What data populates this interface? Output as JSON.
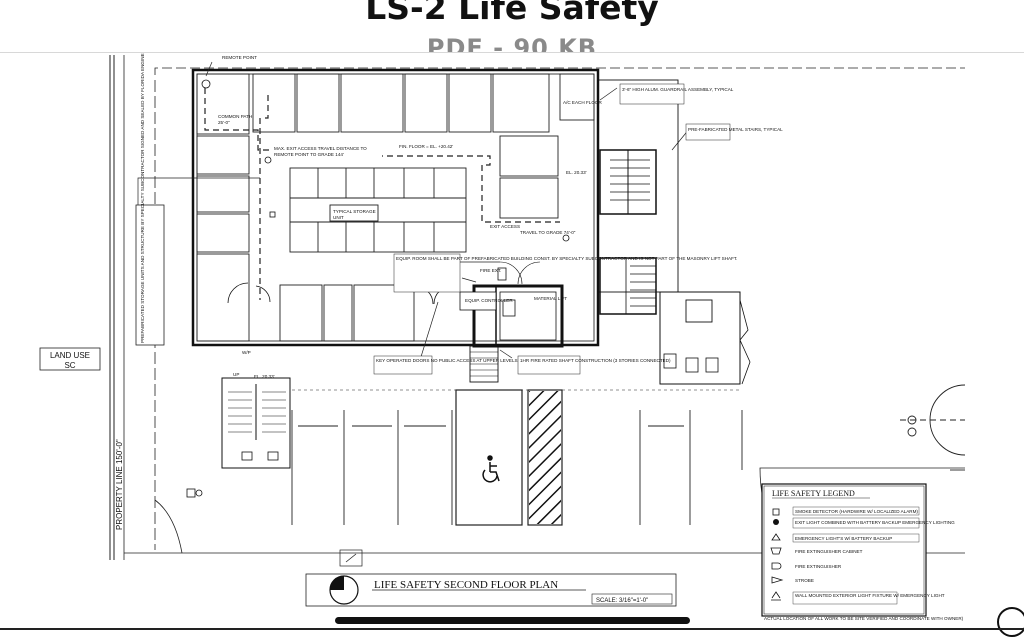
{
  "header": {
    "title": "LS-2 Life Safety",
    "subtitle": "PDF - 90 KB"
  },
  "plan": {
    "title": "LIFE SAFETY SECOND FLOOR PLAN",
    "scale": "SCALE:   3/16\"=1'-0\"",
    "land_use_label": "LAND USE",
    "land_use_value": "SC",
    "property_line": "PROPERTY LINE  150'-0\"",
    "storage_note": "PREFABRICATED STORAGE UNITS AND STRUCTURE BY SPECIALTY SUBCONTRACTOR SIGNED AND SEALED BY FLORIDA ENGINEER",
    "annotations": {
      "remote_point": "REMOTE POINT",
      "common_path": "COMMON PATH",
      "common_path_dim": "25'-0\"",
      "exit_travel": "MAX. EXIT ACCESS TRAVEL DISTANCE TO",
      "remote_point_grade": "REMOTE POINT TO GRADE 144'",
      "fin_floor": "FIN. FLOOR = EL. +20.42'",
      "typical_storage": "TYPICAL STORAGE",
      "unit": "UNIT",
      "ac_each_floor": "A/C EACH FLOOR",
      "guardrail": "3'-6\" HIGH ALUM. GUARDRAIL ASSEMBLY, TYPICAL",
      "prefab_stairs": "PRE-FABRICATED METAL STAIRS, TYPICAL",
      "el_right": "EL. 20.33'",
      "el_left": "EL. 20.33'",
      "exit_access": "EXIT ACCESS",
      "travel_grade": "TRAVEL TO GRADE 74'-0\"",
      "equip_room": "EQUIP. ROOM SHALL BE PART OF PREFABRICATED BUILDING CONST. BY SPECIALTY SUBCONTRACTOR AND IS NOT PART OF THE MASONRY LIFT SHAFT.",
      "equip_controller": "EQUIP. CONTROLLER",
      "material_lift": "MATERIAL LIFT",
      "fire_ext": "FIRE EXT.",
      "key_doors": "KEY OPERATED DOORS NO PUBLIC ACCESS AT UPPER LEVELS",
      "fire_rated_shaft": "1HR FIRE RATED SHAFT CONSTRUCTION (3 STORIES CONNECTED)",
      "up": "UP",
      "wp": "W/P"
    },
    "legend": {
      "title": "LIFE SAFETY LEGEND",
      "items": [
        {
          "icon": "smoke-detector-icon",
          "text": "SMOKE DETECTOR (HARDWIRE W/ LOCALIZED ALARM)"
        },
        {
          "icon": "exit-light-icon",
          "text": "EXIT LIGHT COMBINED WITH BATTERY BACKUP EMERGENCY LIGHTING"
        },
        {
          "icon": "emergency-light-icon",
          "text": "EMERGENCY LIGHT'S W/ BATTERY BACKUP"
        },
        {
          "icon": "fire-extinguisher-cabinet-icon",
          "text": "FIRE EXTINGUISHER CABINET"
        },
        {
          "icon": "fire-extinguisher-icon",
          "text": "FIRE EXTINGUISHER"
        },
        {
          "icon": "strobe-icon",
          "text": "STROBE"
        },
        {
          "icon": "wall-light-icon",
          "text": "WALL MOUNTED EXTERIOR LIGHT FIXTURE W/ EMERGENCY LIGHT"
        }
      ],
      "footnote": "ACTUAL LOCATION OF ALL WORK TO BE SITE VERIFIED AND COORDINATE WITH OWNER)"
    }
  }
}
